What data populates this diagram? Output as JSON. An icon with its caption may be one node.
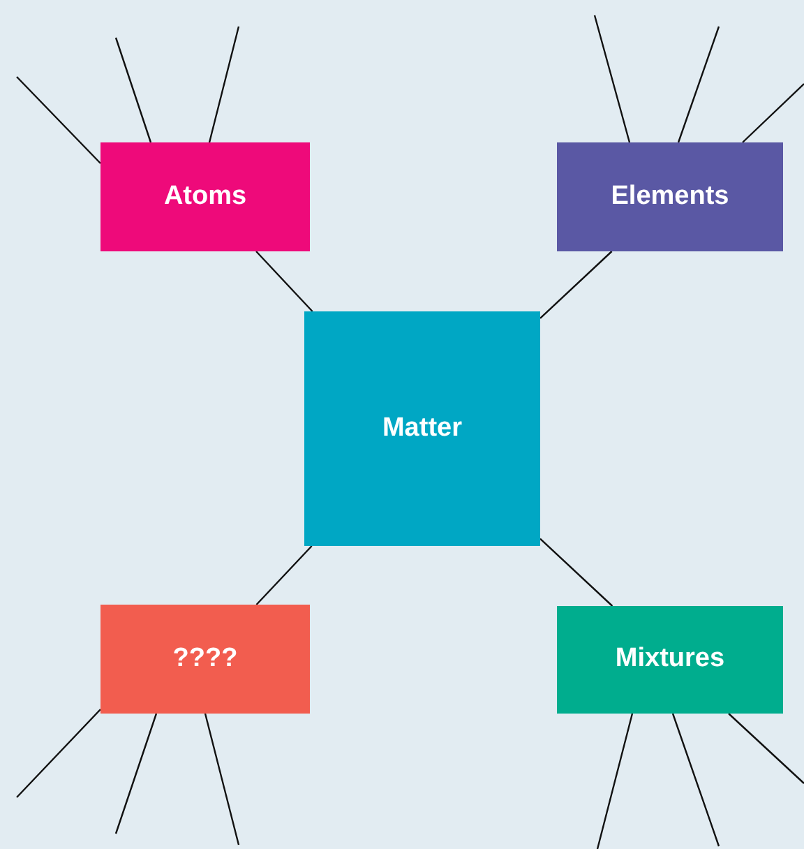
{
  "diagram": {
    "nodes": [
      {
        "text": [
          "Atoms"
        ]
      },
      {
        "text": [
          "Elements"
        ]
      },
      {
        "text": [
          "Matter"
        ]
      },
      {
        "text": [
          "????"
        ]
      },
      {
        "text": [
          "Mixtures"
        ]
      }
    ],
    "edges": [
      {
        "from": 2,
        "to": 0,
        "arrow": "none"
      },
      {
        "from": 2,
        "to": 1,
        "arrow": "none"
      },
      {
        "from": 2,
        "to": 3,
        "arrow": "none"
      },
      {
        "from": 2,
        "to": 4,
        "arrow": "none"
      },
      {
        "from": 0,
        "to": null,
        "arrow": "none"
      },
      {
        "from": 0,
        "to": null,
        "arrow": "none"
      },
      {
        "from": 0,
        "to": null,
        "arrow": "none"
      },
      {
        "from": 1,
        "to": null,
        "arrow": "none"
      },
      {
        "from": 1,
        "to": null,
        "arrow": "none"
      },
      {
        "from": 1,
        "to": null,
        "arrow": "none"
      },
      {
        "from": 3,
        "to": null,
        "arrow": "none"
      },
      {
        "from": 3,
        "to": null,
        "arrow": "none"
      },
      {
        "from": 3,
        "to": null,
        "arrow": "none"
      },
      {
        "from": 4,
        "to": null,
        "arrow": "none"
      },
      {
        "from": 4,
        "to": null,
        "arrow": "none"
      },
      {
        "from": 4,
        "to": null,
        "arrow": "none"
      }
    ]
  }
}
